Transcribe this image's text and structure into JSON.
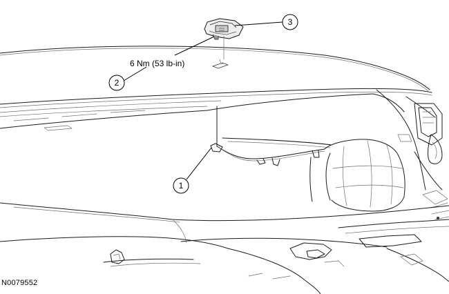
{
  "callouts": [
    {
      "number": "1",
      "part": "antenna cable connector"
    },
    {
      "number": "2",
      "part": "antenna mounting nut"
    },
    {
      "number": "3",
      "part": "antenna base"
    }
  ],
  "torque_spec": "6 Nm (53 lb-in)",
  "figure_id": "N0079552"
}
